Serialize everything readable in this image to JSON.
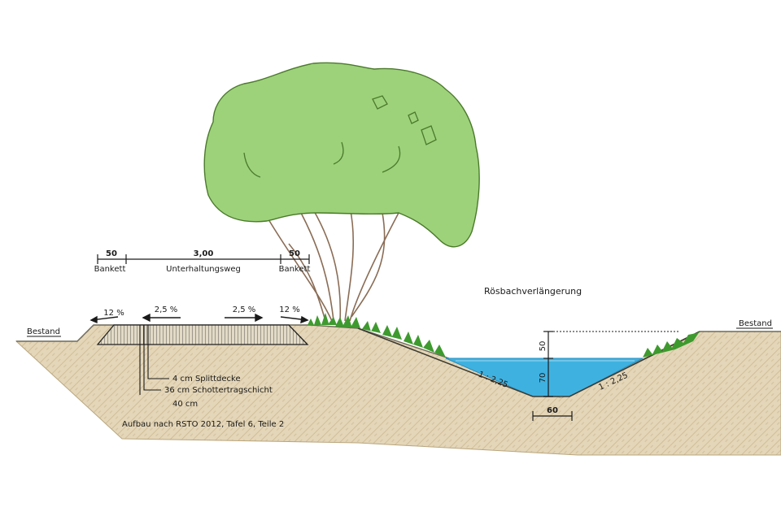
{
  "title": "Rösbachverlängerung",
  "left_existing_label": "Bestand",
  "right_existing_label": "Bestand",
  "dimensions": {
    "bankett_left_width": "50",
    "path_width": "3,00",
    "bankett_right_width": "50",
    "bankett_left_label": "Bankett",
    "path_label": "Unterhaltungsweg",
    "bankett_right_label": "Bankett"
  },
  "slopes": {
    "outer_left": "12 %",
    "inner_left": "2,5 %",
    "inner_right": "2,5 %",
    "outer_right": "12 %"
  },
  "layers": {
    "layer1": "4 cm Splittdecke",
    "layer2": "36 cm Schottertragschicht",
    "total": "40 cm",
    "reference": "Aufbau nach RSTO 2012, Tafel 6, Teile 2"
  },
  "channel": {
    "freeboard": "50",
    "water_depth": "70",
    "bottom_width": "60",
    "slope_left": "1 : 2,25",
    "slope_right": "1 : 2,25"
  },
  "colors": {
    "soil": "#e4d6b8",
    "soil_hatch": "#c9b68f",
    "water": "#3fb1e0",
    "tree_canopy": "#9dd27a",
    "tree_outline": "#4a7a2a",
    "grass": "#3e9a2e",
    "road": "#d9cfb8"
  }
}
